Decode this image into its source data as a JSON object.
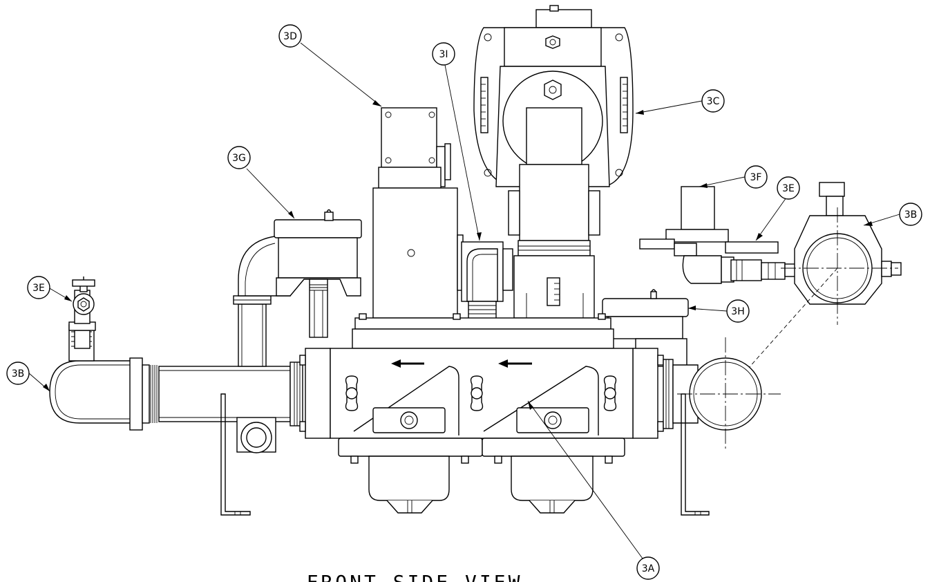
{
  "drawing": {
    "title": "FRONT SIDE VIEW",
    "callouts": {
      "c3A": "3A",
      "c3B_left": "3B",
      "c3B_right": "3B",
      "c3C": "3C",
      "c3D": "3D",
      "c3E_left": "3E",
      "c3E_right": "3E",
      "c3F": "3F",
      "c3G": "3G",
      "c3H": "3H",
      "c3I": "3I"
    }
  }
}
